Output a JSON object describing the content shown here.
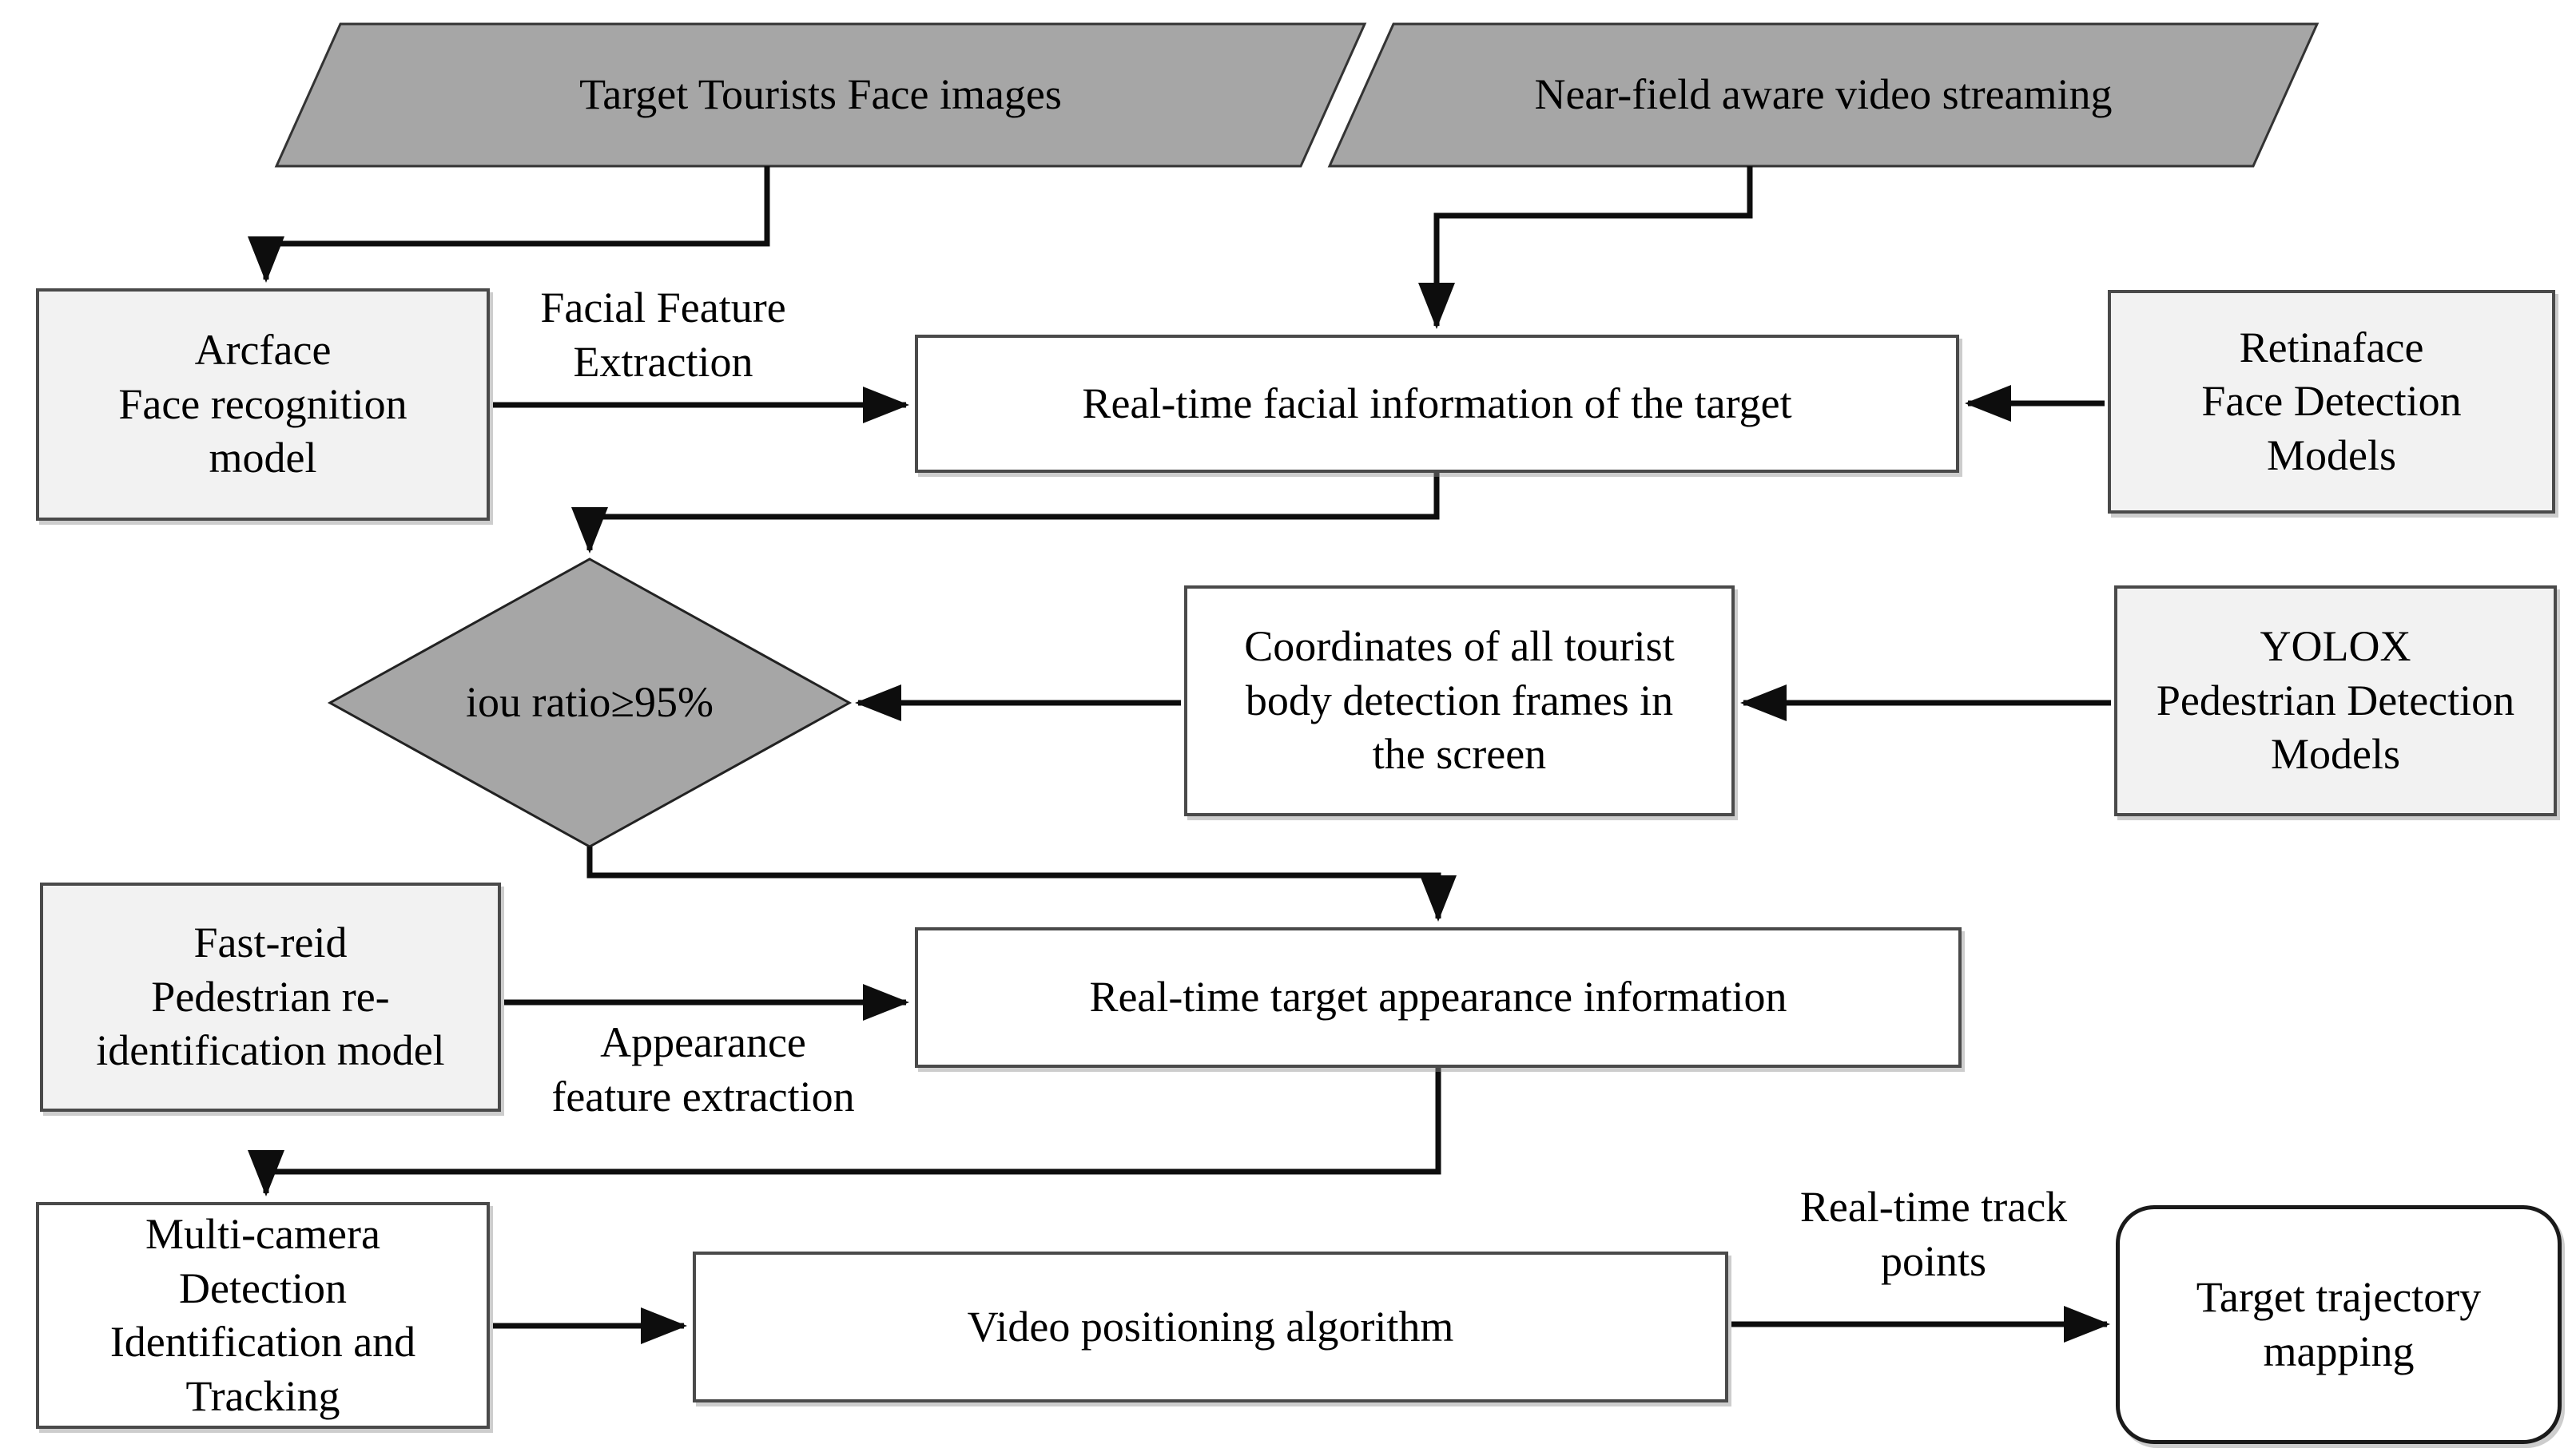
{
  "colors": {
    "shape_gray": "#a6a6a6",
    "box_light_gray": "#f2f2f2",
    "box_white": "#ffffff",
    "line_black": "#0d0d0d"
  },
  "nodes": {
    "target_faces": "Target Tourists Face images",
    "near_field": "Near-field aware video streaming",
    "arcface": "Arcface\nFace recognition\nmodel",
    "facial_info": "Real-time facial information of the target",
    "retinaface": "Retinaface\nFace Detection\nModels",
    "iou": "iou ratio≥95%",
    "coordinates": "Coordinates of all tourist\nbody detection frames in\nthe screen",
    "yolox": "YOLOX\nPedestrian Detection\nModels",
    "fastreid": "Fast-reid\nPedestrian re-\nidentification model",
    "appearance_info": "Real-time target appearance information",
    "multicamera": "Multi-camera\nDetection\nIdentification and\nTracking",
    "video_positioning": "Video positioning algorithm",
    "trajectory": "Target trajectory\nmapping"
  },
  "edge_labels": {
    "facial_feature": "Facial Feature\nExtraction",
    "appearance_feature": "Appearance\nfeature extraction",
    "track_points": "Real-time track\npoints"
  }
}
